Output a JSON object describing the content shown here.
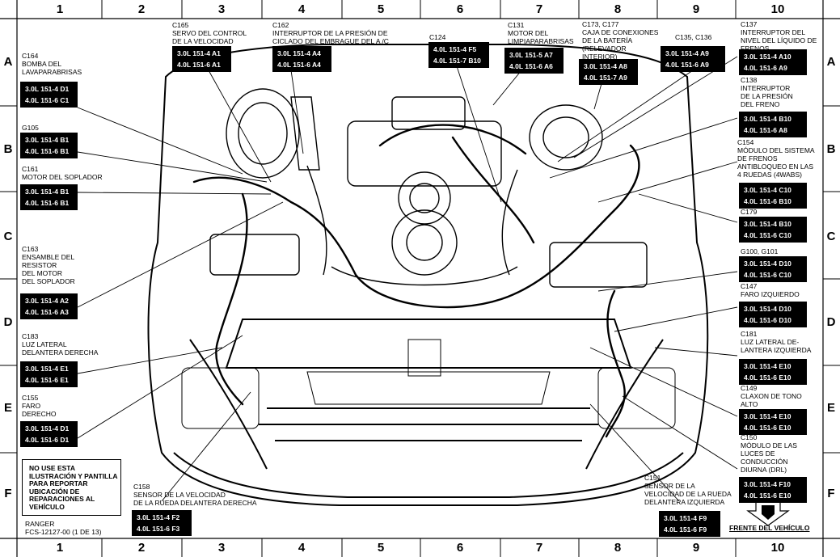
{
  "grid": {
    "columns": [
      "1",
      "2",
      "3",
      "4",
      "5",
      "6",
      "7",
      "8",
      "9",
      "10"
    ],
    "rows": [
      "A",
      "B",
      "C",
      "D",
      "E",
      "F"
    ]
  },
  "callouts": [
    {
      "id": "c164",
      "title": "C164\nBOMBA DEL\nLAVAPARABRISAS",
      "codes": [
        "3.0L 151-4 D1",
        "4.0L 151-6 C1"
      ]
    },
    {
      "id": "g105",
      "title": "G105",
      "codes": [
        "3.0L 151-4 B1",
        "4.0L 151-6 B1"
      ]
    },
    {
      "id": "c161",
      "title": "C161\nMOTOR DEL SOPLADOR",
      "codes": [
        "3.0L 151-4 B1",
        "4.0L 151-6 B1"
      ]
    },
    {
      "id": "c163",
      "title": "C163\nENSAMBLE DEL\nRESISTOR\nDEL MOTOR\nDEL SOPLADOR",
      "codes": [
        "3.0L 151-4 A2",
        "4.0L 151-6 A3"
      ]
    },
    {
      "id": "c183",
      "title": "C183\nLUZ LATERAL\nDELANTERA DERECHA",
      "codes": [
        "3.0L 151-4 E1",
        "4.0L 151-6 E1"
      ]
    },
    {
      "id": "c155",
      "title": "C155\nFARO\nDERECHO",
      "codes": [
        "3.0L 151-4 D1",
        "4.0L 151-6 D1"
      ]
    },
    {
      "id": "c165",
      "title": "C165\nSERVO DEL CONTROL\nDE LA VELOCIDAD",
      "codes": [
        "3.0L 151-4 A1",
        "4.0L 151-6 A1"
      ]
    },
    {
      "id": "c162",
      "title": "C162\nINTERRUPTOR DE LA PRESIÓN DE\nCICLADO DEL EMBRAGUE DEL A /C",
      "codes": [
        "3.0L 151-4 A4",
        "4.0L 151-6 A4"
      ]
    },
    {
      "id": "c124",
      "title": "C124",
      "codes": [
        "4.0L 151-4 F5",
        "4.0L 151-7 B10"
      ]
    },
    {
      "id": "c131",
      "title": "C131\nMOTOR DEL\nLIMPIAPARABRISAS",
      "codes": [
        "3.0L 151-5 A7",
        "4.0L 151-6 A6"
      ]
    },
    {
      "id": "c173",
      "title": "C173, C177\nCAJA DE CONEXIONES\nDE LA BATERÍA\n(RELEVADOR\nINTERIOR)",
      "codes": [
        "3.0L 151-4 A8",
        "4.0L 151-7 A9"
      ]
    },
    {
      "id": "c135",
      "title": "C135, C136",
      "codes": [
        "3.0L 151-4 A9",
        "4.0L 151-6 A9"
      ]
    },
    {
      "id": "c137",
      "title": "C137\nINTERRUPTOR DEL\nNIVEL DEL LÍQUIDO DE\nFRENOS",
      "codes": [
        "3.0L 151-4 A10",
        "4.0L 151-6 A9"
      ]
    },
    {
      "id": "c138",
      "title": "C138\nINTERRUPTOR\nDE LA PRESIÓN\nDEL FRENO",
      "codes": [
        "3.0L 151-4 B10",
        "4.0L 151-6 A8"
      ]
    },
    {
      "id": "c154",
      "title": "C154\nMÓDULO DEL SISTEMA\nDE FRENOS\nANTIBLOQUEO EN LAS\n4 RUEDAS (4WABS)",
      "codes": [
        "3.0L 151-4 C10",
        "4.0L 151-6 B10"
      ]
    },
    {
      "id": "c179",
      "title": "C179",
      "codes": [
        "3.0L 151-4 B10",
        "4.0L 151-6 C10"
      ]
    },
    {
      "id": "g100",
      "title": "G100, G101",
      "codes": [
        "3.0L 151-4 D10",
        "4.0L 151-6 C10"
      ]
    },
    {
      "id": "c147",
      "title": "C147\nFARO IZQUIERDO",
      "codes": [
        "3.0L 151-4 D10",
        "4.0L 151-6 D10"
      ]
    },
    {
      "id": "c181",
      "title": "C181\nLUZ LATERAL DE-\nLANTERA IZQUIERDA",
      "codes": [
        "3.0L 151-4 E10",
        "4.0L 151-6 E10"
      ]
    },
    {
      "id": "c149",
      "title": "C149\nCLAXON DE TONO\nALTO",
      "codes": [
        "3.0L 151-4 E10",
        "4.0L 151-6 E10"
      ]
    },
    {
      "id": "c150",
      "title": "C150\nMÓDULO DE LAS\nLUCES DE\nCONDUCCIÓN\nDIURNA (DRL)",
      "codes": [
        "3.0L 151-4 F10",
        "4.0L 151-6 E10"
      ]
    },
    {
      "id": "c158",
      "title": "C158\nSENSOR DE LA VELOCIDAD\nDE LA RUEDA DELANTERA DERECHA",
      "codes": [
        "3.0L 151-4 F2",
        "4.0L 151-6 F3"
      ]
    },
    {
      "id": "c151",
      "title": "C151\nSENSOR DE LA\nVELOCIDAD DE LA RUEDA\nDELANTERA IZQUIERDA",
      "codes": [
        "3.0L 151-4 F9",
        "4.0L 151-6 F9"
      ]
    }
  ],
  "note": "NO USE ESTA\nILUSTRACIÓN Y PANTILLA\nPARA REPORTAR\nUBICACIÓN DE\nREPARACIONES AL\nVEHÍCULO",
  "footer": {
    "model": "RANGER",
    "figure": "FCS-12127-00 (1 DE 13)",
    "front_label": "FRENTE DEL VEHÍCULO"
  }
}
